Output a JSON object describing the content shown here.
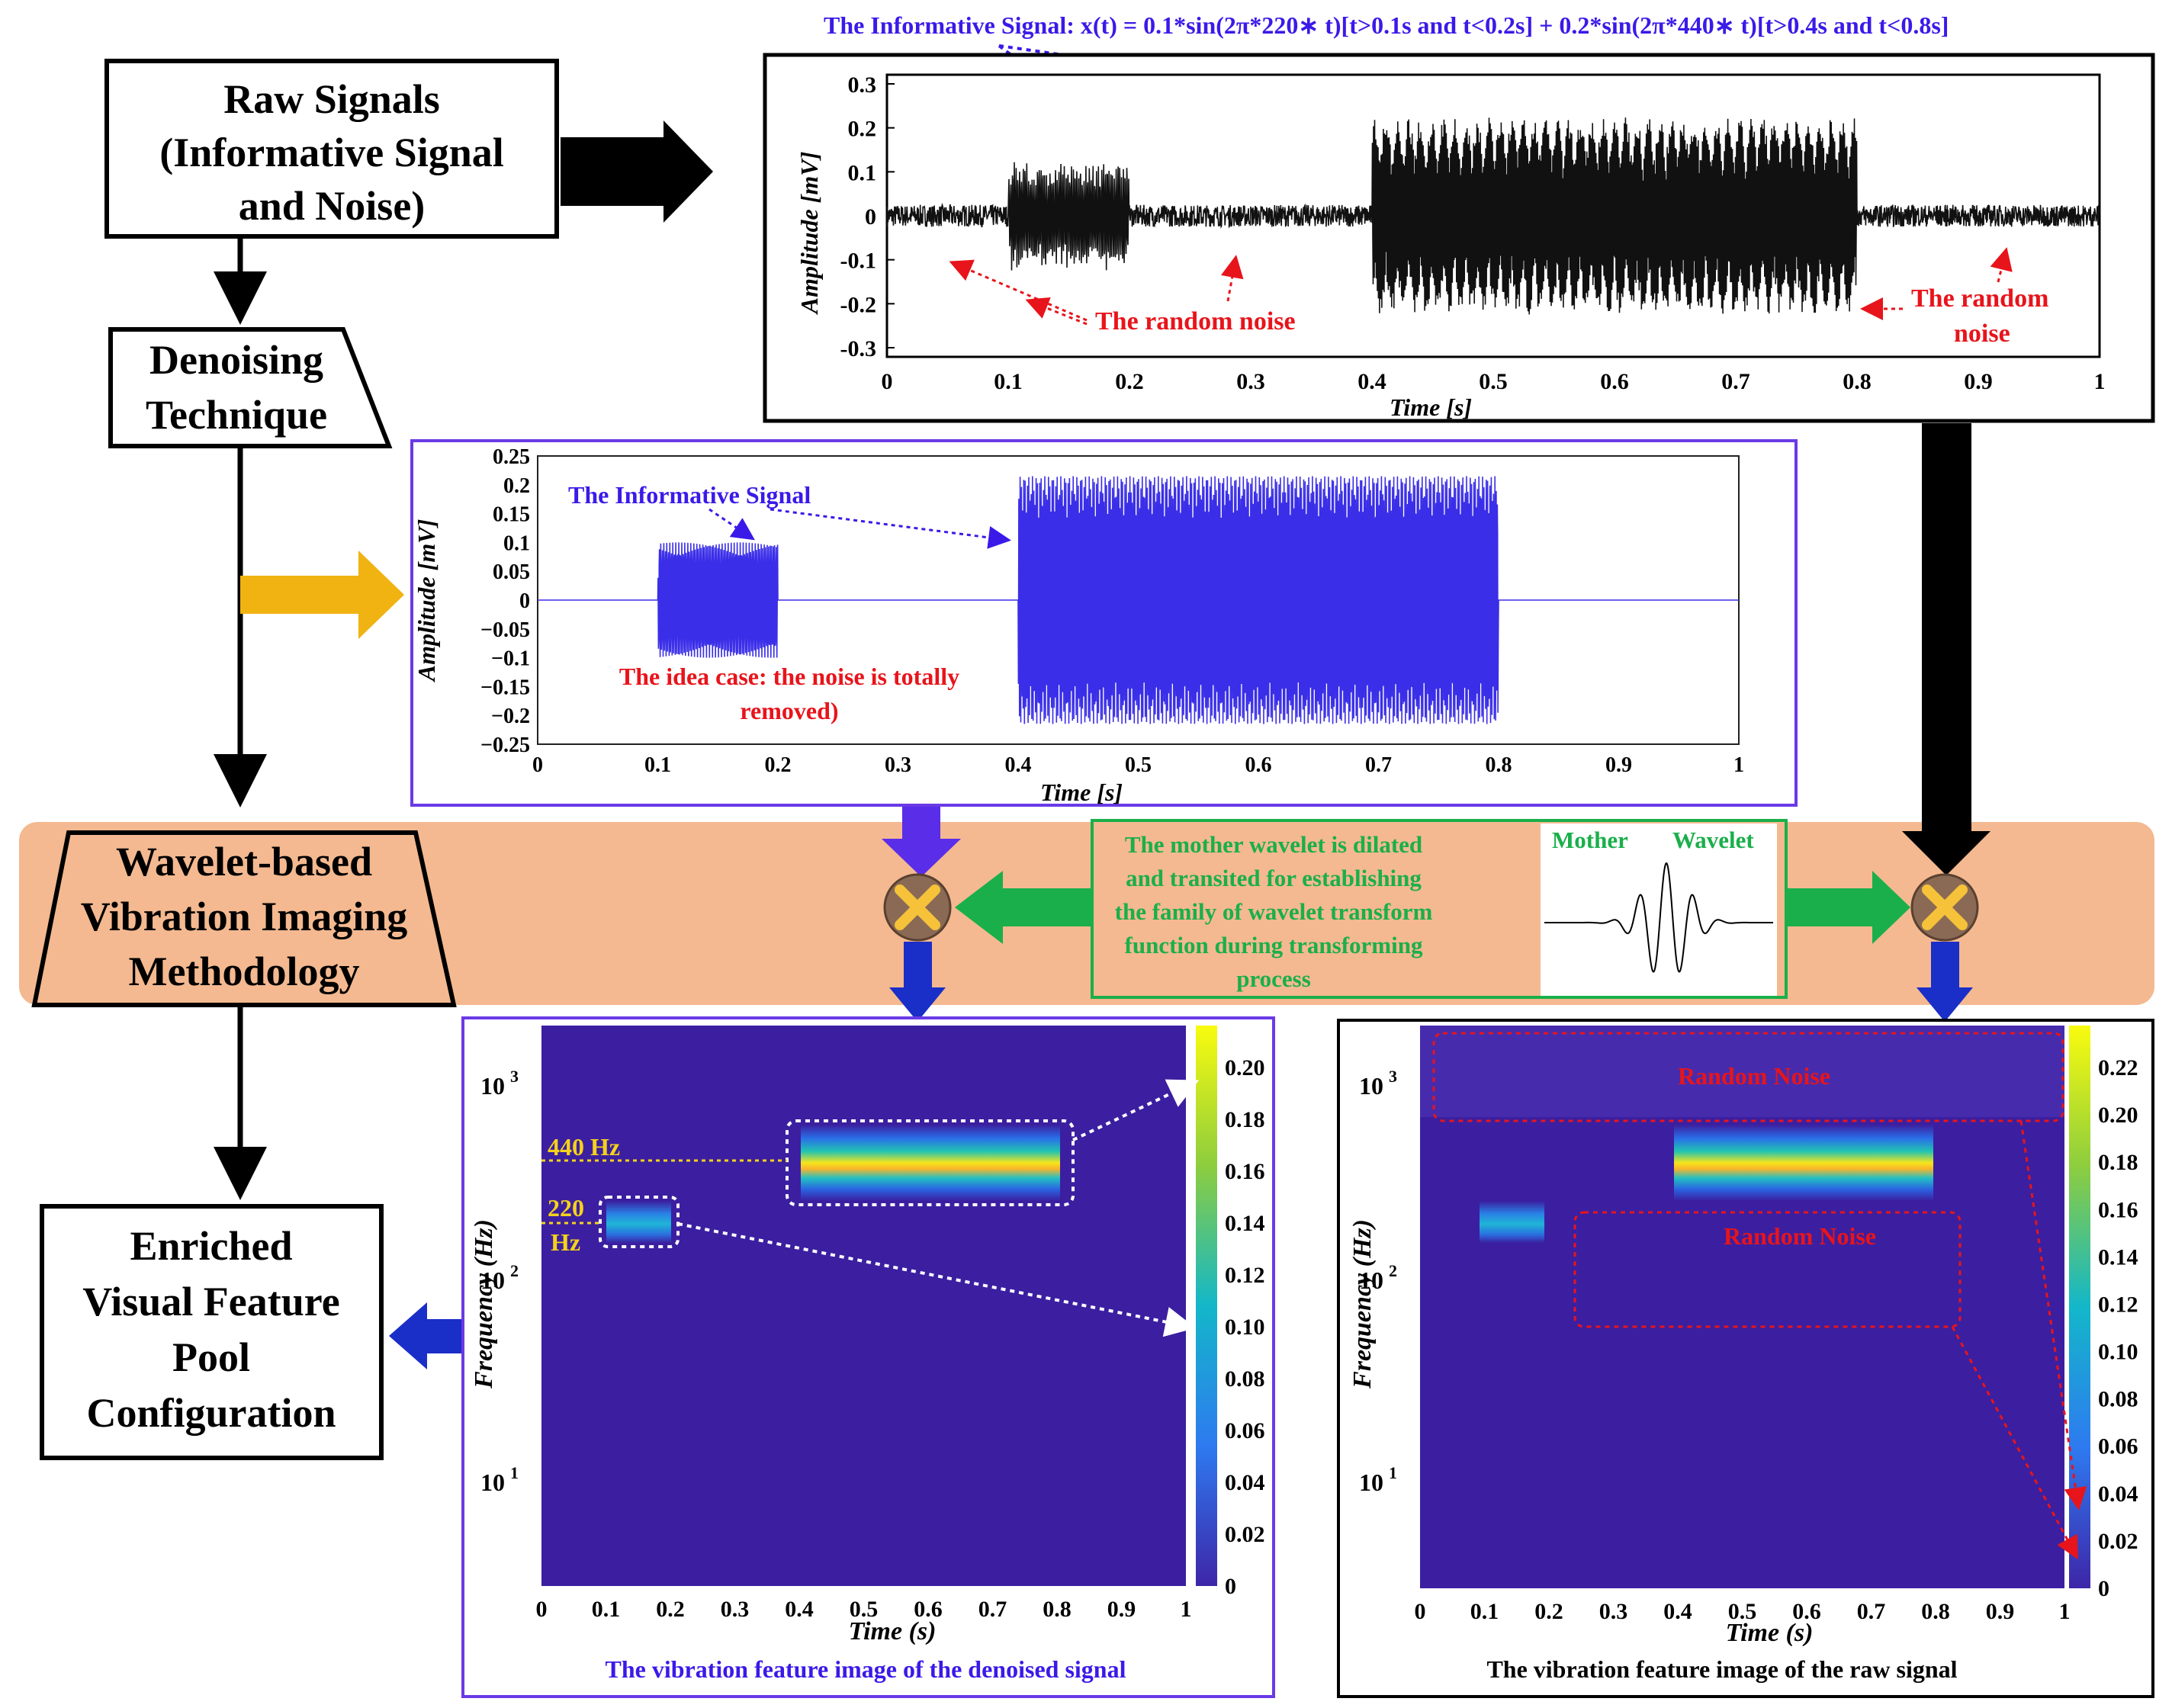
{
  "flow": {
    "raw": "Raw Signals (Informative Signal and Noise)",
    "raw_lines": [
      "Raw Signals",
      "(Informative Signal",
      "and Noise)"
    ],
    "denoise_lines": [
      "Denoising",
      "Technique"
    ],
    "wavelet_lines": [
      "Wavelet-based",
      "Vibration Imaging",
      "Methodology"
    ],
    "pool_lines": [
      "Enriched",
      "Visual Feature",
      "Pool",
      "Configuration"
    ]
  },
  "formula": "The Informative Signal:  x(t) = 0.1*sin(2π*220∗ t)[t>0.1s and t<0.2s] + 0.2*sin(2π*440∗ t)[t>0.4s and t<0.8s]",
  "raw_plot": {
    "ylabel": "Amplitude [mV]",
    "xlabel": "Time [s]",
    "yticks": [
      "0.3",
      "0.2",
      "0.1",
      "0",
      "-0.1",
      "-0.2",
      "-0.3"
    ],
    "xticks": [
      "0",
      "0.1",
      "0.2",
      "0.3",
      "0.4",
      "0.5",
      "0.6",
      "0.7",
      "0.8",
      "0.9",
      "1"
    ],
    "noise_label_1": "The random noise",
    "noise_label_2": "The random",
    "noise_label_2b": "noise"
  },
  "clean_plot": {
    "ylabel": "Amplitude [mV]",
    "xlabel": "Time [s]",
    "yticks": [
      "0.25",
      "0.2",
      "0.15",
      "0.1",
      "0.05",
      "0",
      "−0.05",
      "−0.1",
      "−0.15",
      "−0.2",
      "−0.25"
    ],
    "xticks": [
      "0",
      "0.1",
      "0.2",
      "0.3",
      "0.4",
      "0.5",
      "0.6",
      "0.7",
      "0.8",
      "0.9",
      "1"
    ],
    "signal_label": "The Informative Signal",
    "ideal_line1": "The idea case: the noise is totally",
    "ideal_line2": "removed)"
  },
  "wavelet_note": {
    "lines": [
      "The mother wavelet is dilated",
      "and transited for establishing",
      "the family of wavelet transform",
      "function during transforming",
      "process"
    ],
    "mother_label_a": "Mother",
    "mother_label_b": "Wavelet"
  },
  "left_image": {
    "ylabel": "Frequency (Hz)",
    "xlabel": "Time (s)",
    "caption": "The vibration feature image of the denoised signal",
    "yticks": [
      "10",
      "10",
      "10"
    ],
    "yexps": [
      "3",
      "2",
      "1"
    ],
    "xticks": [
      "0",
      "0.1",
      "0.2",
      "0.3",
      "0.4",
      "0.5",
      "0.6",
      "0.7",
      "0.8",
      "0.9",
      "1"
    ],
    "cbar_ticks": [
      "0.20",
      "0.18",
      "0.16",
      "0.14",
      "0.12",
      "0.10",
      "0.08",
      "0.06",
      "0.04",
      "0.02",
      "0"
    ],
    "label_440": "440 Hz",
    "label_220a": "220",
    "label_220b": "Hz"
  },
  "right_image": {
    "ylabel": "Frequency (Hz)",
    "xlabel": "Time (s)",
    "caption": "The vibration feature image of the raw signal",
    "yticks": [
      "10",
      "10",
      "10"
    ],
    "yexps": [
      "3",
      "2",
      "1"
    ],
    "xticks": [
      "0",
      "0.1",
      "0.2",
      "0.3",
      "0.4",
      "0.5",
      "0.6",
      "0.7",
      "0.8",
      "0.9",
      "1"
    ],
    "cbar_ticks": [
      "0.22",
      "0.20",
      "0.18",
      "0.16",
      "0.14",
      "0.12",
      "0.10",
      "0.08",
      "0.06",
      "0.04",
      "0.02",
      "0"
    ],
    "noise_label_top": "Random Noise",
    "noise_label_mid": "Random Noise"
  },
  "colors": {
    "blue_text": "#3a1ae8",
    "red_text": "#e8141b",
    "green": "#1aaf4b",
    "orange_band": "#f4b990",
    "gold_arrow": "#f0b312",
    "spectrogram_bg": "#3b1fa0",
    "clean_signal": "#3a2ee8",
    "yellow_label": "#f5d21a"
  }
}
